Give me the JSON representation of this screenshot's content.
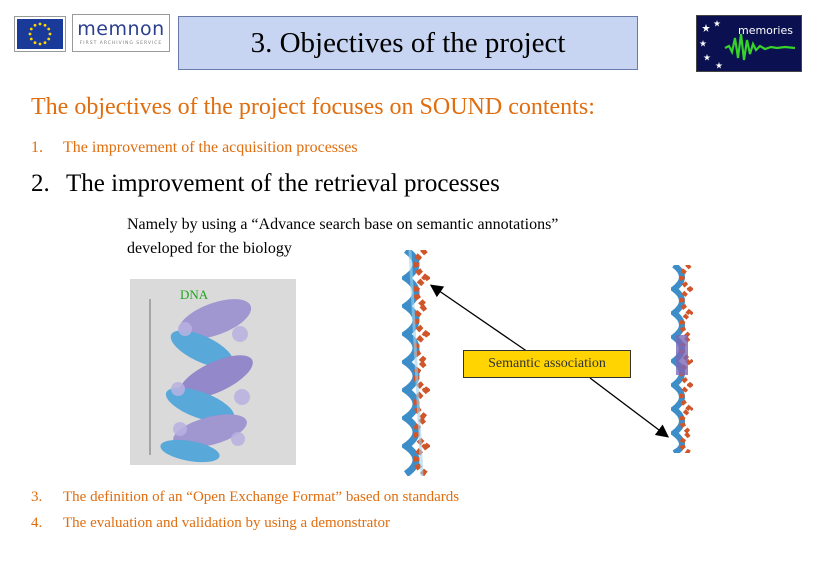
{
  "header": {
    "title": "3.  Objectives of the project",
    "memnon_logo_text": "memnon",
    "memnon_logo_subtext": "FIRST ARCHIVING SERVICE",
    "memories_logo_text": "memories"
  },
  "content": {
    "subtitle": "The objectives of the project focuses on SOUND contents:",
    "items": [
      {
        "number": "1.",
        "text": "The improvement of the acquisition processes"
      },
      {
        "number": "2.",
        "text": "The improvement of the retrieval processes"
      },
      {
        "number": "3.",
        "text": "The definition of an “Open Exchange Format” based on standards"
      },
      {
        "number": "4.",
        "text": "The evaluation and validation by using a demonstrator"
      }
    ],
    "description_line1": "Namely by using a “Advance search base on semantic annotations”",
    "description_line2": "developed for the biology"
  },
  "figure": {
    "dna_label": "DNA",
    "association_label": "Semantic association"
  },
  "colors": {
    "accent_orange": "#e06d0e",
    "title_bg": "#c7d5f2",
    "association_bg": "#ffd400",
    "dna_label": "#22a51e"
  }
}
